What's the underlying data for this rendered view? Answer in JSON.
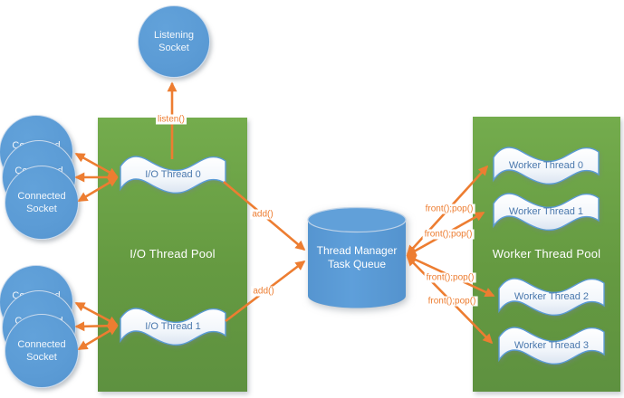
{
  "colors": {
    "node_blue": "#5B9BD5",
    "pool_green": "#69A244",
    "arrow_orange": "#ED7D31",
    "wave_text_blue": "#4A78AD"
  },
  "nodes": {
    "listening_socket": {
      "label": "Listening\nSocket"
    },
    "connected_sockets_top": {
      "label": "Connected\nSocket",
      "stack_count": 3
    },
    "connected_sockets_bottom": {
      "label": "Connected\nSocket",
      "stack_count": 3
    },
    "io_thread_pool": {
      "label": "I/O Thread Pool",
      "threads": [
        {
          "label": "I/O Thread 0"
        },
        {
          "label": "I/O Thread 1"
        }
      ]
    },
    "task_queue": {
      "label": "Thread Manager\nTask Queue"
    },
    "worker_thread_pool": {
      "label": "Worker Thread Pool",
      "threads": [
        {
          "label": "Worker Thread 0"
        },
        {
          "label": "Worker Thread 1"
        },
        {
          "label": "Worker Thread 2"
        },
        {
          "label": "Worker Thread 3"
        }
      ]
    }
  },
  "edge_labels": {
    "listen": "listen()",
    "add_io0": "add()",
    "add_io1": "add()",
    "frontpop_w0": "front();pop()",
    "frontpop_w1": "front();pop()",
    "frontpop_w2": "front();pop()",
    "frontpop_w3": "front();pop()"
  }
}
